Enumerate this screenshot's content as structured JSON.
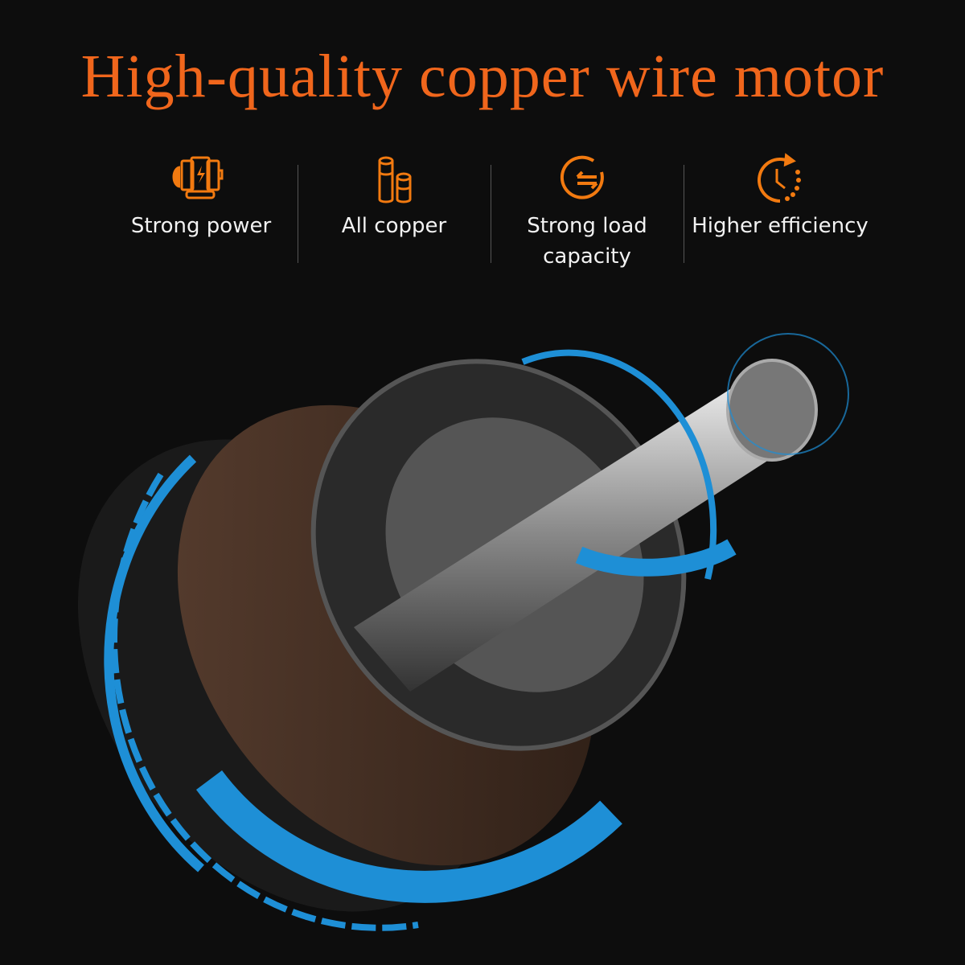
{
  "title": "High-quality copper wire motor",
  "colors": {
    "accent": "#f0661c",
    "blue": "#1e8fd6",
    "background": "#0d0d0d"
  },
  "features": [
    {
      "icon": "power-motor-icon",
      "label": "Strong power"
    },
    {
      "icon": "copper-cylinders-icon",
      "label": "All copper"
    },
    {
      "icon": "load-exchange-icon",
      "label": "Strong load\ncapacity"
    },
    {
      "icon": "clock-efficiency-icon",
      "label": "Higher efficiency"
    }
  ]
}
